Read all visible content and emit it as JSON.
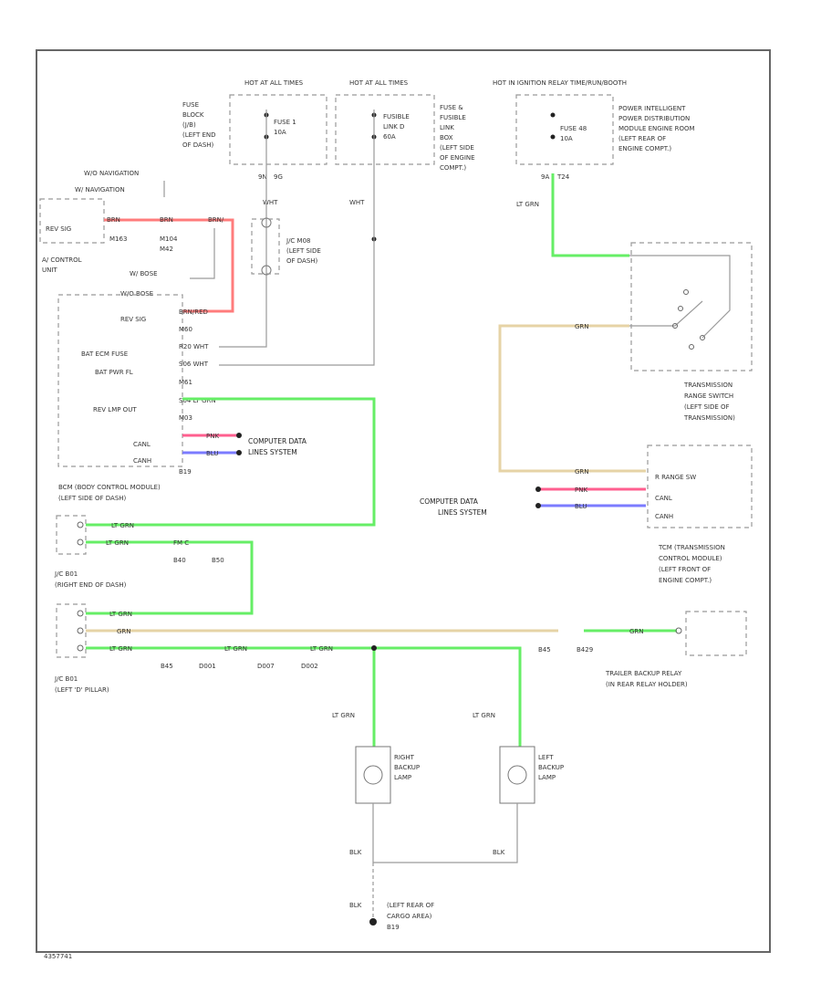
{
  "fuses": {
    "fuse1": {
      "hot": "HOT AT ALL TIMES",
      "loc": [
        "FUSE",
        "BLOCK",
        "(J/B)",
        "(LEFT END",
        "OF DASH)"
      ],
      "fuse": [
        "FUSE 1",
        "10A"
      ],
      "pins": [
        "9N",
        "9G"
      ],
      "wire": "WHT"
    },
    "fuse2": {
      "hot": "HOT AT ALL TIMES",
      "fuse": [
        "FUSIBLE",
        "LINK D",
        "60A"
      ],
      "loc": [
        "FUSE &",
        "FUSIBLE",
        "LINK",
        "BOX",
        "(LEFT SIDE",
        "OF ENGINE",
        "COMPT.)"
      ],
      "wire": "WHT"
    },
    "fuse3": {
      "hot": "HOT IN IGNITION RELAY TIME/RUN/BOOTH",
      "fuse": [
        "FUSE 48",
        "10A"
      ],
      "loc": [
        "POWER INTELLIGENT",
        "POWER DISTRIBUTION",
        "MODULE ENGINE ROOM",
        "(LEFT REAR OF",
        "ENGINE COMPT.)"
      ],
      "pins": [
        "9A",
        "T24"
      ],
      "wire": "LT GRN"
    }
  },
  "nav": {
    "label1": "W/O NAVIGATION",
    "label2": "W/ NAVIGATION",
    "unit": [
      "A/ CONTROL",
      "UNIT"
    ],
    "pin": "REV SIG",
    "wire1": "BRN",
    "wire2": "BRN",
    "wire3": "BRN/",
    "c1": "M163",
    "c2": [
      "M104",
      "M42"
    ],
    "bose": [
      "W/ BOSE",
      "W/O BOSE"
    ]
  },
  "jc_m08": [
    "J/C M08",
    "(LEFT SIDE",
    "OF DASH)"
  ],
  "bcm": {
    "pins": [
      "REV SIG",
      "BAT ECM FUSE",
      "BAT PWR FL",
      "REV LMP OUT",
      "CANL",
      "CANH"
    ],
    "wires": [
      "BRN/RED",
      "R20 WHT",
      "S06 WHT",
      "S04 LT GRN",
      "PNK",
      "BLU"
    ],
    "codes": [
      "M60",
      "M61",
      "M03",
      "B19"
    ],
    "name": [
      "BCM (BODY CONTROL MODULE)",
      "(LEFT SIDE OF DASH)"
    ],
    "can": [
      "COMPUTER DATA",
      "LINES SYSTEM"
    ]
  },
  "trs": {
    "wire": "GRN",
    "name": [
      "TRANSMISSION",
      "RANGE SWITCH",
      "(LEFT SIDE OF",
      "TRANSMISSION)"
    ]
  },
  "tcm": {
    "pins": [
      "R RANGE SW",
      "CANL",
      "CANH"
    ],
    "wires": [
      "GRN",
      "PNK",
      "BLU"
    ],
    "can": [
      "COMPUTER DATA",
      "LINES SYSTEM"
    ],
    "name": [
      "TCM (TRANSMISSION",
      "CONTROL MODULE)",
      "(LEFT FRONT OF",
      "ENGINE COMPT.)"
    ]
  },
  "jc_b01": {
    "name": [
      "J/C B01",
      "(RIGHT END OF DASH)"
    ],
    "wires": [
      "LT GRN",
      "LT GRN"
    ],
    "conn": "FM C",
    "codes": [
      "B40",
      "B50"
    ]
  },
  "jc_b01b": {
    "name": [
      "J/C B01",
      "(LEFT 'D' PILLAR)"
    ],
    "wires": [
      "LT GRN",
      "GRN",
      "LT GRN",
      "LT GRN",
      "LT GRN"
    ],
    "codes": [
      "B45",
      "D001",
      "D007",
      "D002"
    ]
  },
  "relay": {
    "name": [
      "TRAILER BACKUP RELAY",
      "(IN REAR RELAY HOLDER)"
    ],
    "wires": [
      "GRN"
    ],
    "codes": [
      "B45",
      "B429"
    ]
  },
  "lamps": {
    "right": [
      "RIGHT",
      "BACKUP",
      "LAMP"
    ],
    "left": [
      "LEFT",
      "BACKUP",
      "LAMP"
    ],
    "wire": "LT GRN",
    "gnd": "BLK"
  },
  "ground": {
    "wire": "BLK",
    "name": [
      "(LEFT REAR OF",
      "CARGO AREA)",
      "B19"
    ]
  },
  "footer": "4357741"
}
